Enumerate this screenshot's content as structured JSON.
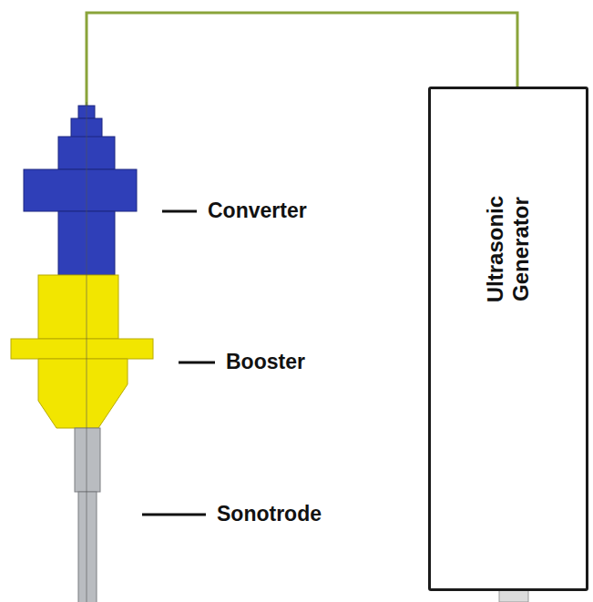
{
  "diagram": {
    "nodes": [
      {
        "text": [
          "Ultrasonic Generator"
        ]
      }
    ],
    "labels": [
      "Converter",
      "Booster",
      "Sonotrode"
    ]
  }
}
